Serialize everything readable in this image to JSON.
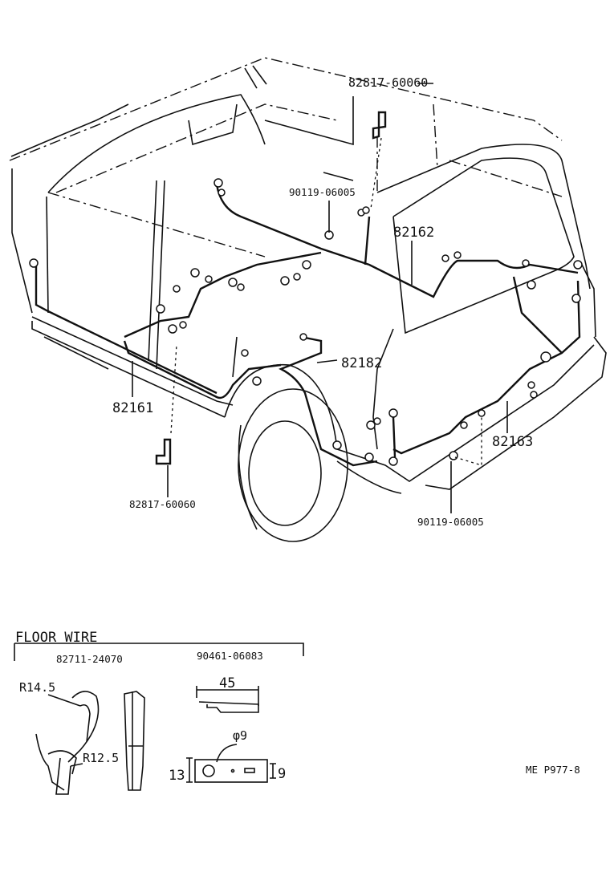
{
  "diagram": {
    "callouts": {
      "clip_top": "82817-60060",
      "bolt_top": "90119-06005",
      "wire_82162": "82162",
      "wire_82182": "82182",
      "wire_82161": "82161",
      "wire_82163": "82163",
      "clip_bottom": "82817-60060",
      "bolt_bottom": "90119-06005"
    },
    "detail": {
      "section_title": "FLOOR WIRE",
      "part_clamp": "82711-24070",
      "part_clip": "90461-06083",
      "dim_r145": "R14.5",
      "dim_r125": "R12.5",
      "dim_45": "45",
      "dim_phi9": "φ9",
      "dim_13": "13",
      "dim_9": "9"
    },
    "reference": "ME P977-8"
  }
}
